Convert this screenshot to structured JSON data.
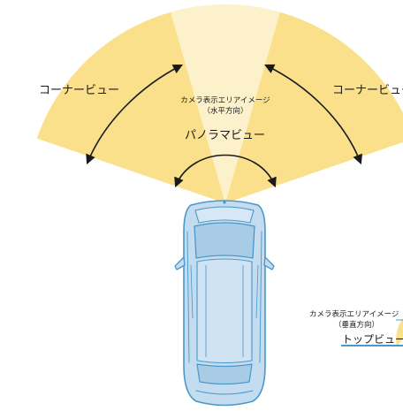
{
  "labels": {
    "corner_left": "コーナービュー",
    "corner_right": "コーナービュー",
    "camera_area_h_line1": "カメラ表示エリアイメージ",
    "camera_area_h_line2": "（水平方向）",
    "panorama": "パノラマビュー",
    "camera_area_v_line1": "カメラ表示エリアイメージ",
    "camera_area_v_line2": "（垂直方向）",
    "top_view": "トップビュー"
  },
  "colors": {
    "fan_side": "#fbe08c",
    "fan_center": "#fdf1cc",
    "car_body": "#c3dcef",
    "car_outline": "#4b97c8",
    "ground_line": "#4b97c8",
    "arrow": "#1a1a1a"
  }
}
